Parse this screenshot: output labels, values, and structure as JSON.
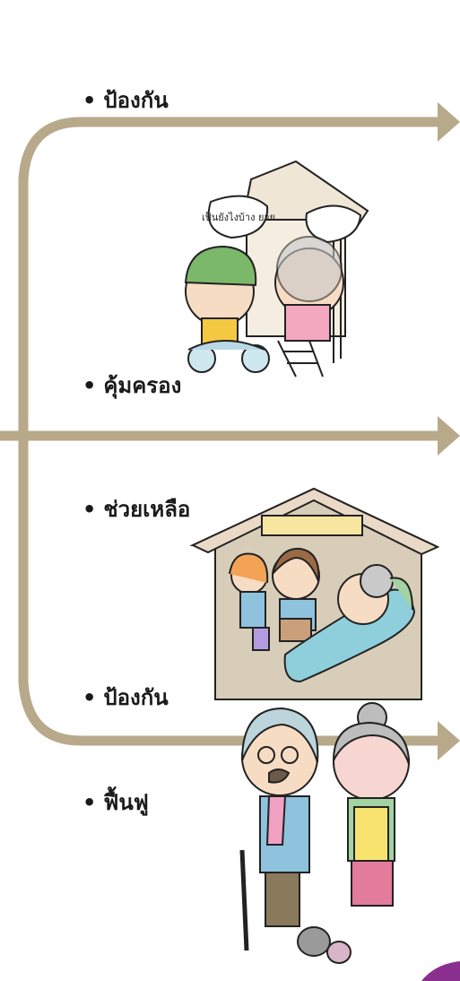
{
  "colors": {
    "arrow": "#b7a98a",
    "wall": "#e9e2d3",
    "roof": "#efe6d6",
    "house_fill": "#d8cdb8",
    "house_border": "#c89a78",
    "accent_purple": "#8a2e8f"
  },
  "labels": {
    "item_1": "ป้องกัน",
    "item_2": "คุ้มครอง",
    "item_3": "ช่วยเหลือ",
    "item_4": "ป้องกัน",
    "item_5": "ฟื้นฟู",
    "bullet": "•"
  },
  "illustrations": {
    "scene_1": {
      "speech": "เป็นยังไงบ้าง ยาย"
    }
  },
  "icons": [
    "arrow-right-icon",
    "bracket-line",
    "house-scene",
    "motorbike-visit-scene",
    "elderly-couple-scene"
  ]
}
